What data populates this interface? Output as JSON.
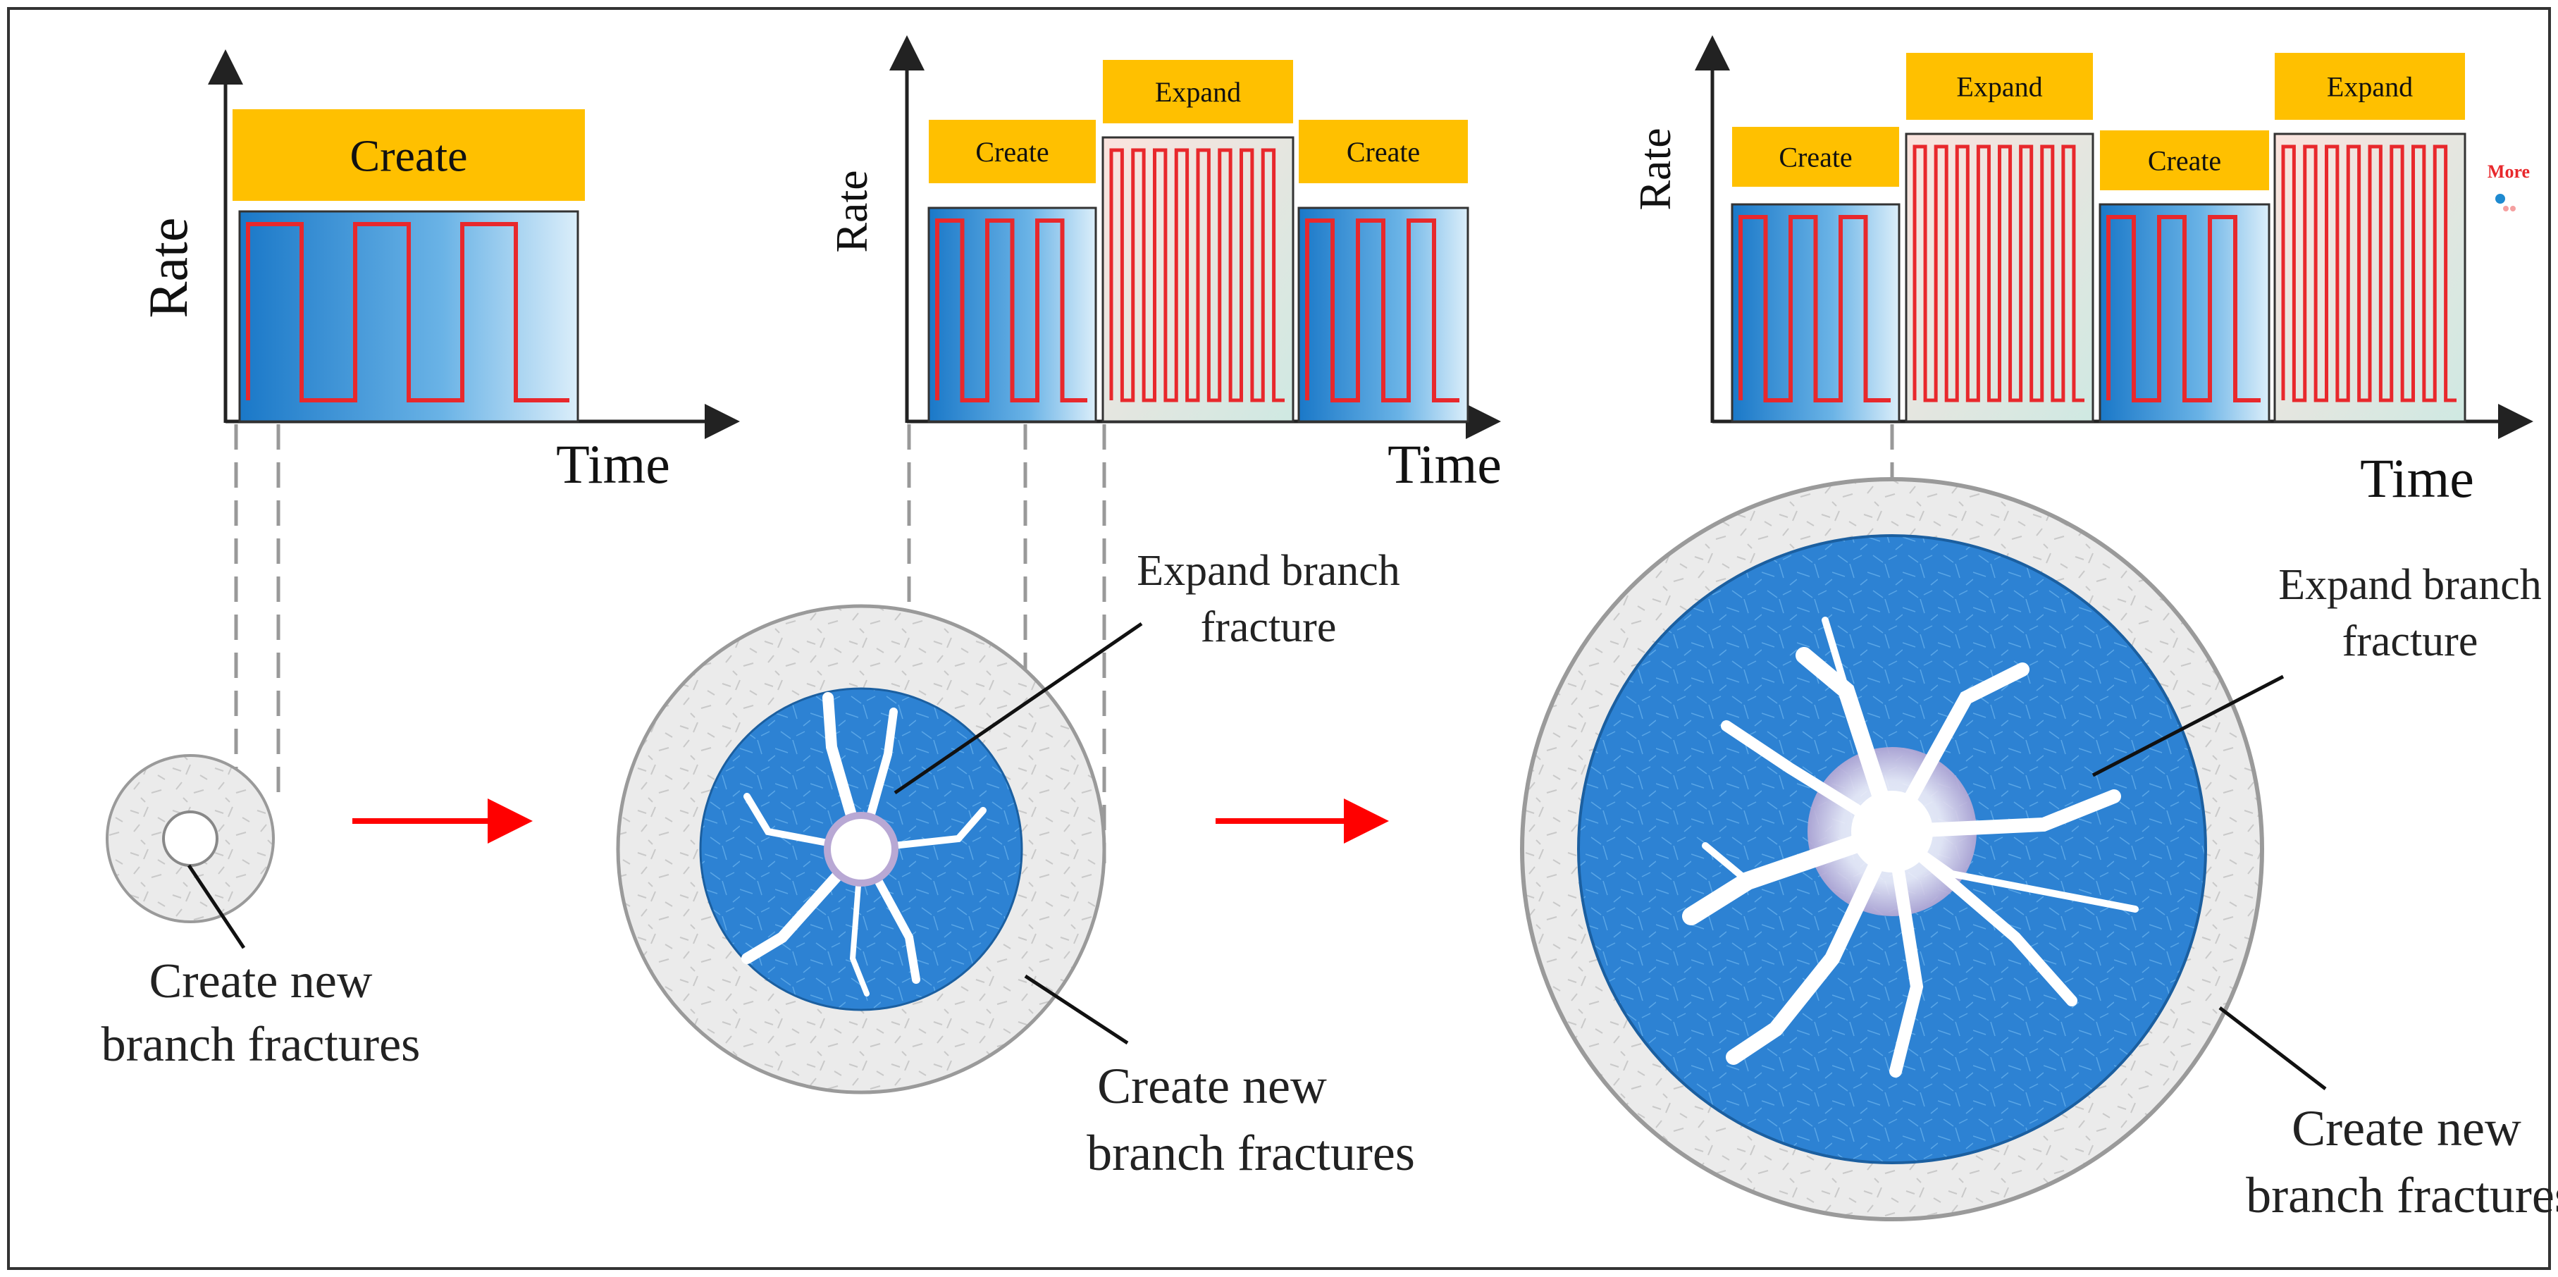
{
  "panels": [
    {
      "axis_y_label": "Rate",
      "axis_x_label": "Time",
      "stages": [
        {
          "kind": "create",
          "label": "Create"
        }
      ]
    },
    {
      "axis_y_label": "Rate",
      "axis_x_label": "Time",
      "stages": [
        {
          "kind": "create",
          "label": "Create"
        },
        {
          "kind": "expand",
          "label": "Expand"
        },
        {
          "kind": "create",
          "label": "Create"
        }
      ]
    },
    {
      "axis_y_label": "Rate",
      "axis_x_label": "Time",
      "stages": [
        {
          "kind": "create",
          "label": "Create"
        },
        {
          "kind": "expand",
          "label": "Expand"
        },
        {
          "kind": "create",
          "label": "Create"
        },
        {
          "kind": "expand",
          "label": "Expand"
        }
      ],
      "more_label": "More"
    }
  ],
  "annotations": {
    "small_create_line1": "Create new",
    "small_create_line2": "branch fractures",
    "medium_expand_line1": "Expand  branch",
    "medium_expand_line2": "fracture",
    "medium_create_line1": "Create new",
    "medium_create_line2": "branch fractures",
    "large_expand_line1": "Expand  branch",
    "large_expand_line2": "fracture",
    "large_create_line1": "Create new",
    "large_create_line2": "branch fractures"
  },
  "colors": {
    "label_fill": "#FFC000",
    "pulse_line": "#E8282C",
    "blue_fill": "#2E7FD0",
    "expand_fill": "#F8D8D2",
    "grey_ring": "#E6E6E6",
    "fracture_core": "#FFFFFF",
    "arrow": "#FF0000",
    "frame": "#333333",
    "dashed": "#999999"
  }
}
